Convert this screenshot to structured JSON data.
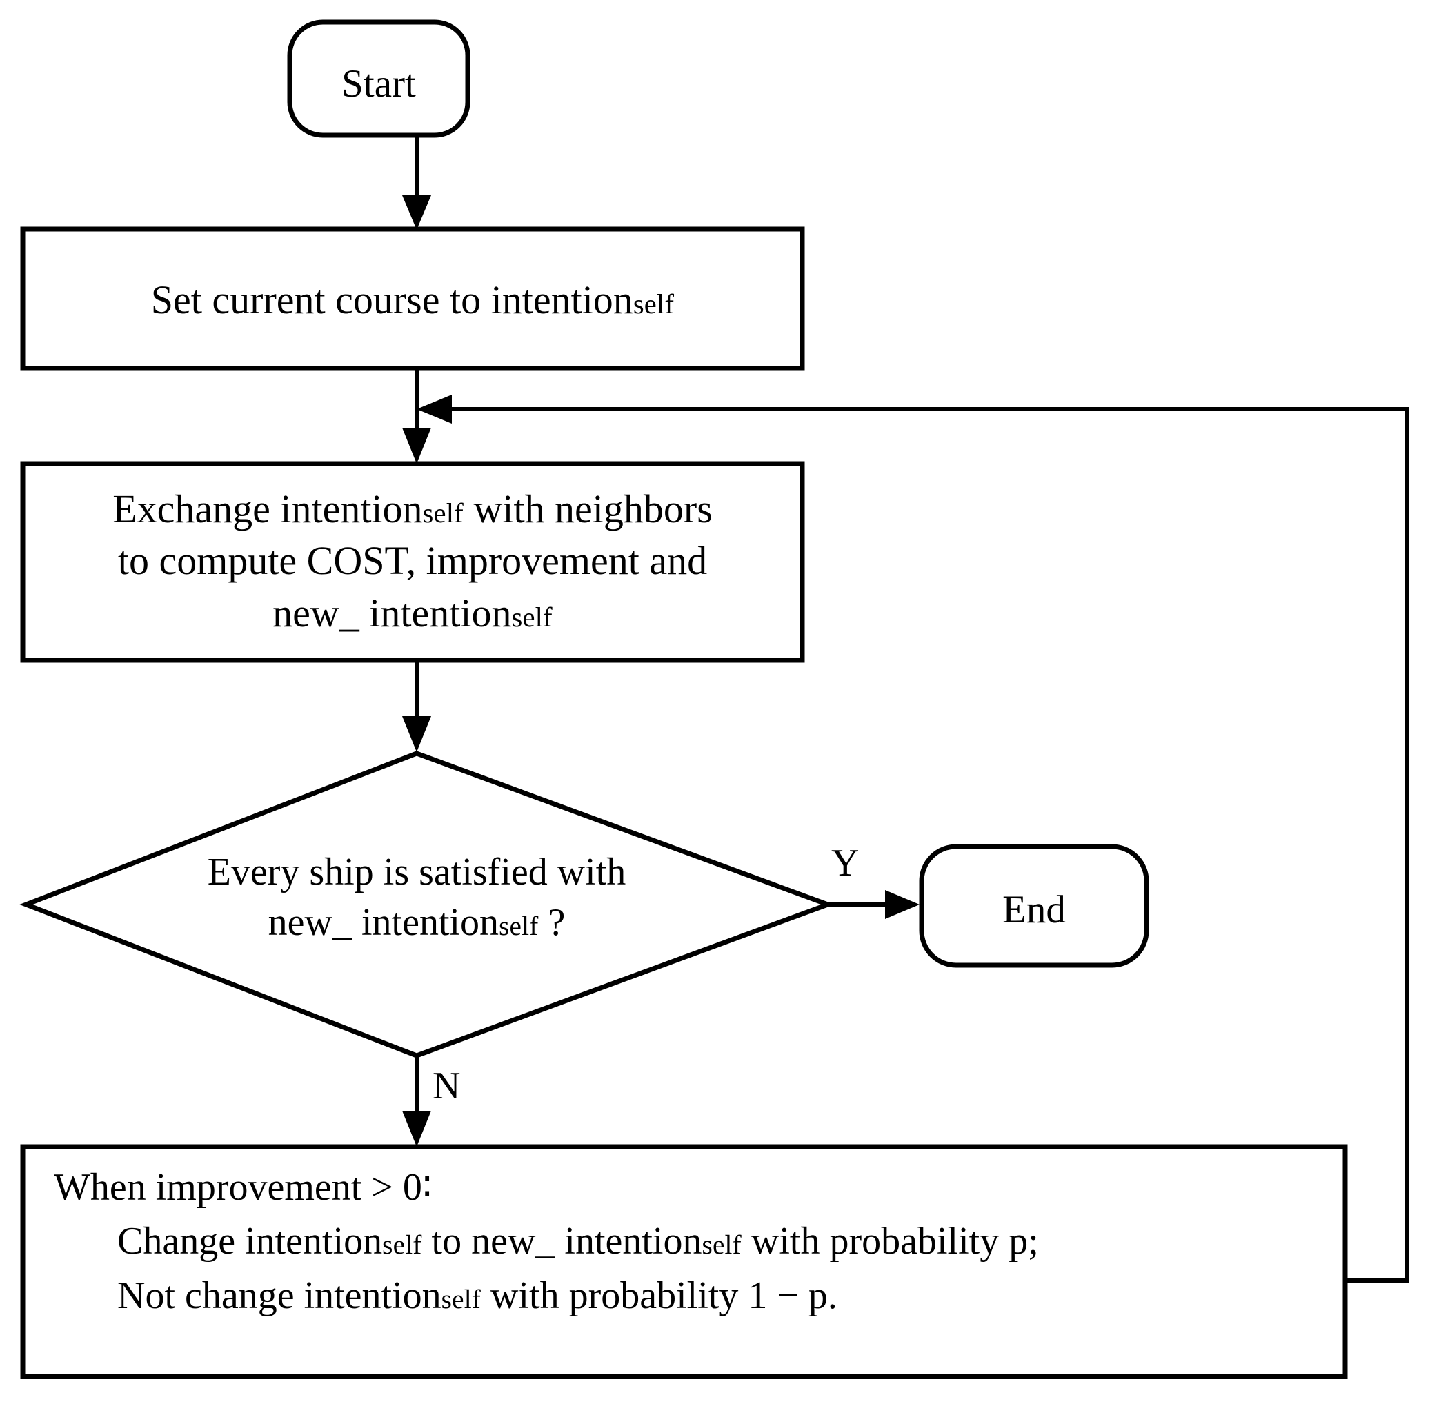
{
  "diagram": {
    "title": "Distributed ship course negotiation flowchart",
    "background_color": "#ffffff",
    "line_color": "#000000",
    "text_color": "#000000"
  },
  "nodes": {
    "start": {
      "shape": "stadium",
      "label": "Start"
    },
    "set_course": {
      "shape": "rectangle",
      "line1_pre": "Set current course to intention",
      "line1_sub": "self"
    },
    "exchange": {
      "shape": "rectangle",
      "line1_pre": "Exchange intention",
      "line1_sub": "self",
      "line1_post": " with neighbors",
      "line2": "to compute COST, improvement and",
      "line3_pre": "new_ intention",
      "line3_sub": "self"
    },
    "decision": {
      "shape": "diamond",
      "line1": "Every ship is satisfied with",
      "line2_pre": "new_ intention",
      "line2_sub": "self",
      "line2_post": " ?"
    },
    "end": {
      "shape": "stadium",
      "label": "End"
    },
    "update": {
      "shape": "rectangle",
      "line1": "When improvement  >  0∶",
      "line2_pre": "Change intention",
      "line2_sub1": "self",
      "line2_mid": " to new_ intention",
      "line2_sub2": "self",
      "line2_post": " with probability p;",
      "line3_pre": "Not change intention",
      "line3_sub": "self",
      "line3_post": " with probability 1 − p."
    }
  },
  "edges": {
    "yes_label": "Y",
    "no_label": "N"
  }
}
